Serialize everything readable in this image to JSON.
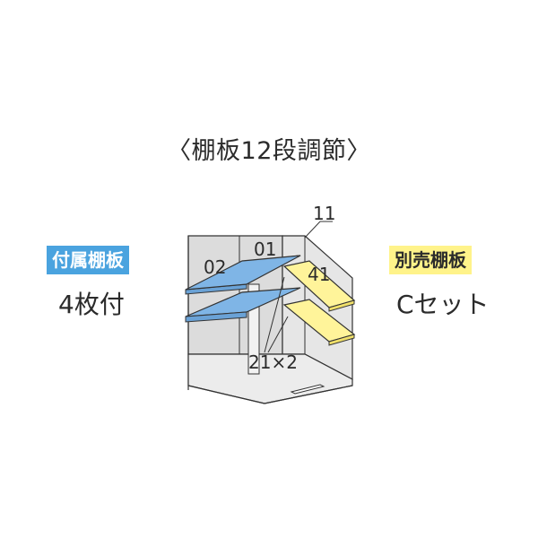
{
  "title": "〈棚板12段調節〉",
  "included": {
    "badge": "付属棚板",
    "quantity": "4枚付"
  },
  "sold_separately": {
    "badge": "別売棚板",
    "quantity": "Cセット"
  },
  "diagram": {
    "labels": {
      "left_shelf": "02",
      "center_shelf": "01",
      "corner": "11",
      "right_shelf": "41",
      "posts": "21×2"
    },
    "colors": {
      "included_shelf": "#7fb5e6",
      "sold_shelf": "#fff49a",
      "wall": "#dcdcdc",
      "outline": "#333333"
    }
  }
}
